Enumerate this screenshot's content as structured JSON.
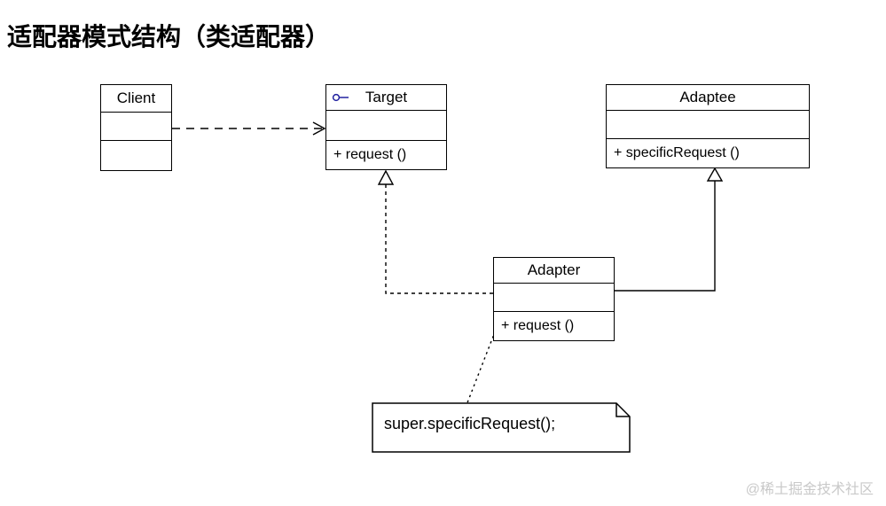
{
  "diagram": {
    "title": "适配器模式结构（类适配器）",
    "watermark": "@稀土掘金技术社区"
  },
  "classes": {
    "client": {
      "name": "Client",
      "attributes": "",
      "operations": ""
    },
    "target": {
      "name": "Target",
      "attributes": "",
      "operations": "+ request ()",
      "stereotype_icon": "interface-lollipop-icon"
    },
    "adaptee": {
      "name": "Adaptee",
      "attributes": "",
      "operations": "+ specificRequest ()"
    },
    "adapter": {
      "name": "Adapter",
      "attributes": "",
      "operations": "+ request ()"
    }
  },
  "note": {
    "text": "super.specificRequest();"
  },
  "relationships": [
    {
      "type": "dependency",
      "from": "Client",
      "to": "Target",
      "line": "dashed",
      "arrowhead": "open-arrow"
    },
    {
      "type": "realization",
      "from": "Adapter",
      "to": "Target",
      "line": "dashed",
      "arrowhead": "hollow-triangle"
    },
    {
      "type": "generalization",
      "from": "Adapter",
      "to": "Adaptee",
      "line": "solid",
      "arrowhead": "hollow-triangle"
    },
    {
      "type": "note-anchor",
      "from": "note",
      "to": "Adapter",
      "line": "dotted",
      "arrowhead": "none"
    }
  ],
  "colors": {
    "stroke": "#000000",
    "interface_icon": "#2222a0",
    "watermark": "#c9c9c9",
    "background": "#ffffff"
  }
}
